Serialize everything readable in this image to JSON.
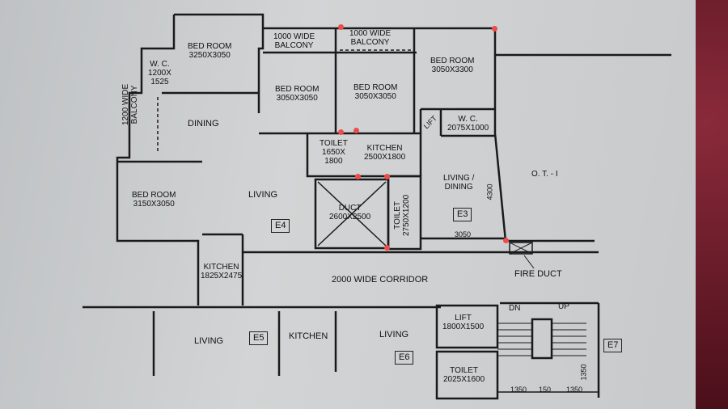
{
  "colors": {
    "marker": "#f04b4b",
    "ink": "#1a1a1a"
  },
  "rooms": {
    "bedroom_top_left": "BED ROOM\n3250X3050",
    "wc_left": "W. C.\n1200X\n1525",
    "balcony_1000_a": "1000 WIDE\nBALCONY",
    "balcony_1000_b": "1000 WIDE\nBALCONY",
    "bedroom_mid_a": "BED ROOM\n3050X3050",
    "bedroom_mid_b": "BED ROOM\n3050X3050",
    "bedroom_right": "BED ROOM\n3050X3300",
    "balcony_1200": "1200 WIDE\nBALCONY",
    "dining": "DINING",
    "lift_small": "LIFT",
    "wc_right": "W. C.\n2075X1000",
    "toilet_small": "TOILET\n1650X\n1800",
    "kitchen_e3": "KITCHEN\n2500X1800",
    "living_dining": "LIVING /\nDINING",
    "ot": "O. T. - I",
    "bedroom_left_lower": "BED ROOM\n3150X3050",
    "living_e4": "LIVING",
    "duct": "DUCT\n2600X2500",
    "toilet_vertical": "TOILET\n2750X1200",
    "dim_4300": "4300",
    "dim_3050": "3050",
    "kitchen_e4": "KITCHEN\n1825X2475",
    "corridor": "2000 WIDE CORRIDOR",
    "fire_duct": "FIRE DUCT",
    "living_e5": "LIVING",
    "kitchen_e5": "KITCHEN",
    "living_e6": "LIVING",
    "lift_main": "LIFT\n1800X1500",
    "toilet_bottom": "TOILET\n2025X1600",
    "dn": "DN",
    "up": "UP",
    "dim_1350_a": "1350",
    "dim_150": "150",
    "dim_1350_b": "1350",
    "dim_1350_v": "1350"
  },
  "units": {
    "e3": "E3",
    "e4": "E4",
    "e5": "E5",
    "e6": "E6",
    "e7": "E7"
  },
  "markers": [
    {
      "id": "m1"
    },
    {
      "id": "m2"
    },
    {
      "id": "m3"
    },
    {
      "id": "m4"
    },
    {
      "id": "m5"
    },
    {
      "id": "m6"
    },
    {
      "id": "m7"
    },
    {
      "id": "m8"
    },
    {
      "id": "m9"
    }
  ]
}
